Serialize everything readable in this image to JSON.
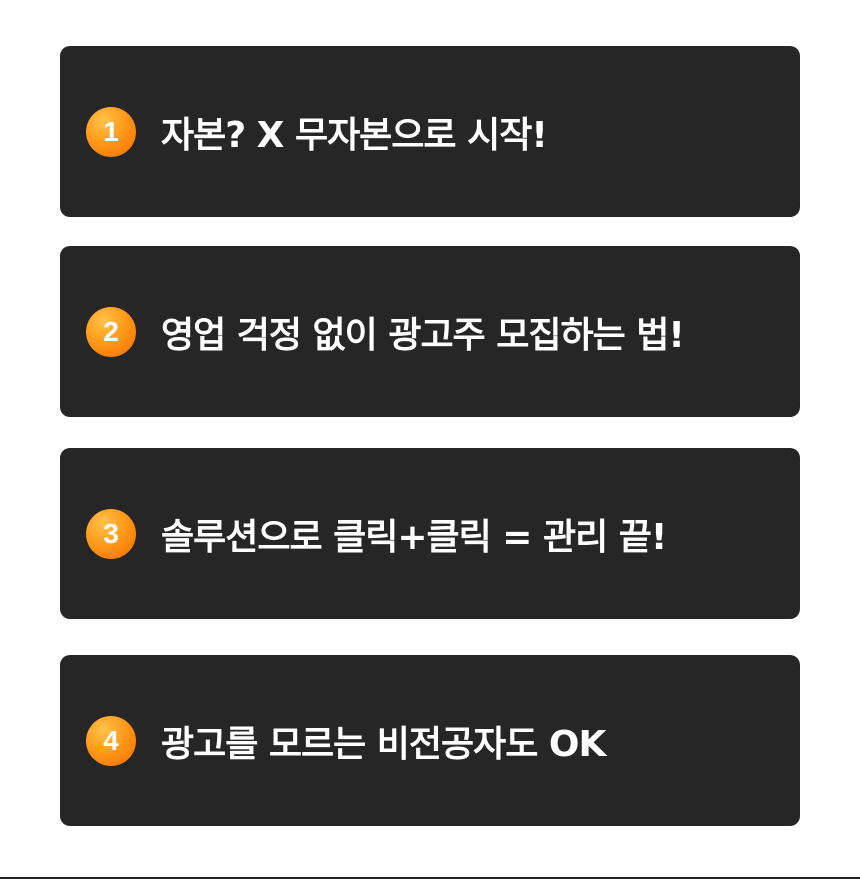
{
  "items": [
    {
      "number": "1",
      "text": "자본? X  무자본으로 시작!"
    },
    {
      "number": "2",
      "text": "영업 걱정 없이 광고주 모집하는 법!"
    },
    {
      "number": "3",
      "text": "솔루션으로 클릭+클릭 = 관리 끝!"
    },
    {
      "number": "4",
      "text": "광고를 모르는 비전공자도 OK"
    }
  ],
  "colors": {
    "card_bg": "#262626",
    "badge": "#ff8a00",
    "text": "#ffffff",
    "page_bg": "#ffffff"
  }
}
